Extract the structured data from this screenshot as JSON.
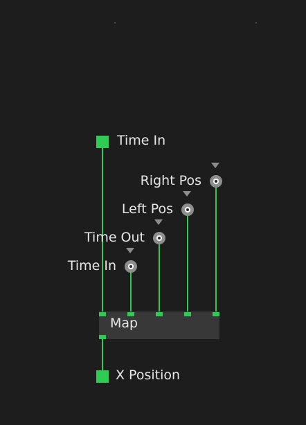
{
  "graph": {
    "input_node": {
      "label": "Time In"
    },
    "output_node": {
      "label": "X Position"
    },
    "map_node": {
      "title": "Map",
      "params": [
        {
          "label": "Time In"
        },
        {
          "label": "Time Out"
        },
        {
          "label": "Left Pos"
        },
        {
          "label": "Right Pos"
        }
      ]
    }
  },
  "colors": {
    "background": "#1d1d1d",
    "wire": "#2fcc55",
    "node": "#383838",
    "text": "#e6e6e6"
  },
  "icons": {
    "param_knob": "knob-icon",
    "param_dropdown": "triangle-down-icon"
  }
}
